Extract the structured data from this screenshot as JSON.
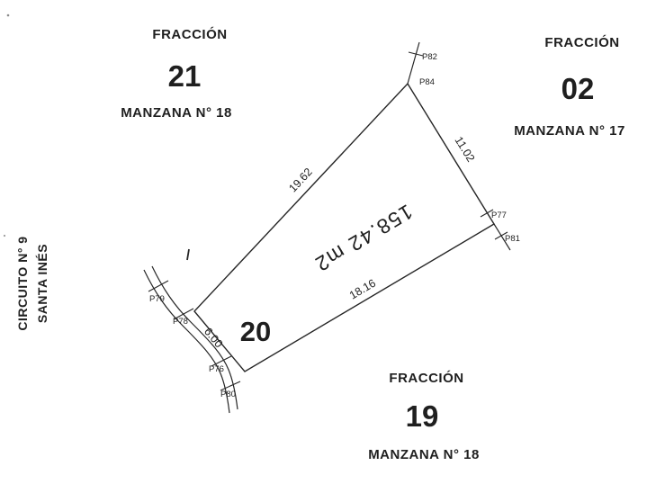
{
  "regions": {
    "top_left": {
      "fraccion": "FRACCIÓN",
      "number": "21",
      "manzana": "MANZANA N° 18"
    },
    "top_right": {
      "fraccion": "FRACCIÓN",
      "number": "02",
      "manzana": "MANZANA N° 17"
    },
    "bottom": {
      "fraccion": "FRACCIÓN",
      "number": "19",
      "manzana": "MANZANA N° 18"
    }
  },
  "street": {
    "line1": "CIRCUITO N° 9",
    "line2": "SANTA INÉS"
  },
  "parcel": {
    "number": "20",
    "area": "158.42 m2",
    "measurements": {
      "northwest": "19.62",
      "northeast": "11.02",
      "southeast": "18.16",
      "southwest": "6.00"
    },
    "points": {
      "p82": "P82",
      "p84": "P84",
      "p77": "P77",
      "p81": "P81",
      "p79": "P79",
      "p78": "P78",
      "p76": "P76",
      "p80": "P80"
    }
  },
  "colors": {
    "ink": "#262626",
    "paper": "#ffffff"
  }
}
